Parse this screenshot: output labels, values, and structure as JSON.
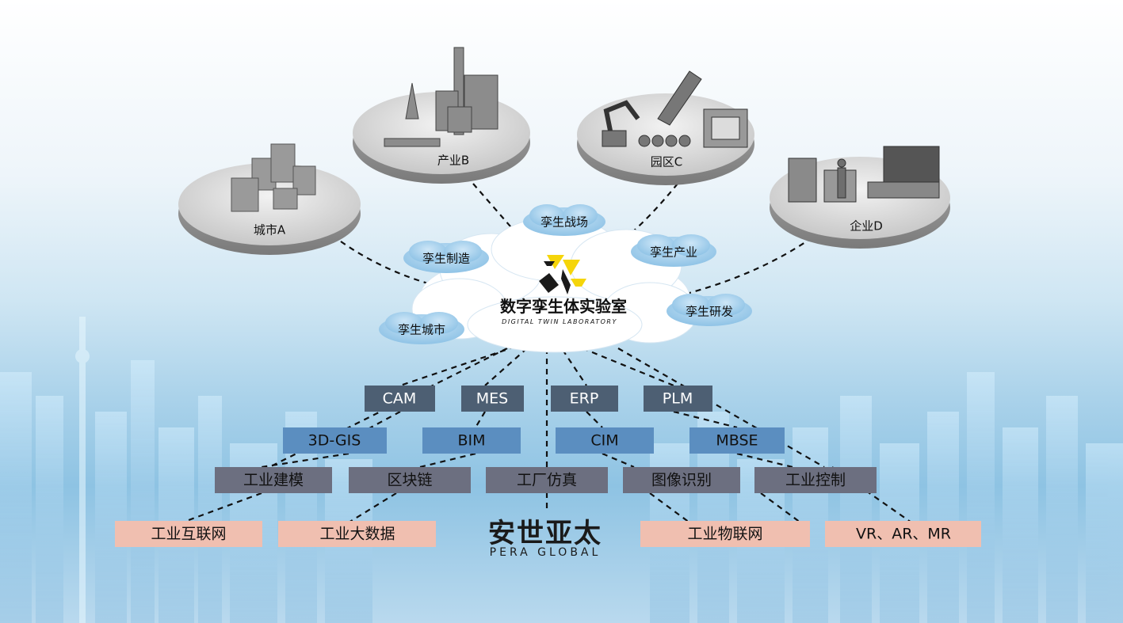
{
  "center": {
    "title": "数字孪生体实验室",
    "subtitle": "DIGITAL TWIN LABORATORY"
  },
  "nodes": {
    "city": "城市A",
    "industry": "产业B",
    "park": "园区C",
    "enterprise": "企业D"
  },
  "clouds": {
    "battlefield": "孪生战场",
    "manufacturing": "孪生制造",
    "industry": "孪生产业",
    "city": "孪生城市",
    "rnd": "孪生研发"
  },
  "tech_row1": [
    "CAM",
    "MES",
    "ERP",
    "PLM"
  ],
  "tech_row2": [
    "3D-GIS",
    "BIM",
    "CIM",
    "MBSE"
  ],
  "tech_row3": [
    "工业建模",
    "区块链",
    "工厂仿真",
    "图像识别",
    "工业控制"
  ],
  "tech_row4": [
    "工业互联网",
    "工业大数据",
    "工业物联网",
    "VR、AR、MR"
  ],
  "brand": {
    "name": "安世亚太",
    "en": "PERA GLOBAL"
  },
  "colors": {
    "row1": "#4d5f73",
    "row2": "#5b8ec0",
    "row3": "#6c6f80",
    "row4": "#f0bfb0",
    "logo_yellow": "#f5d50a"
  }
}
